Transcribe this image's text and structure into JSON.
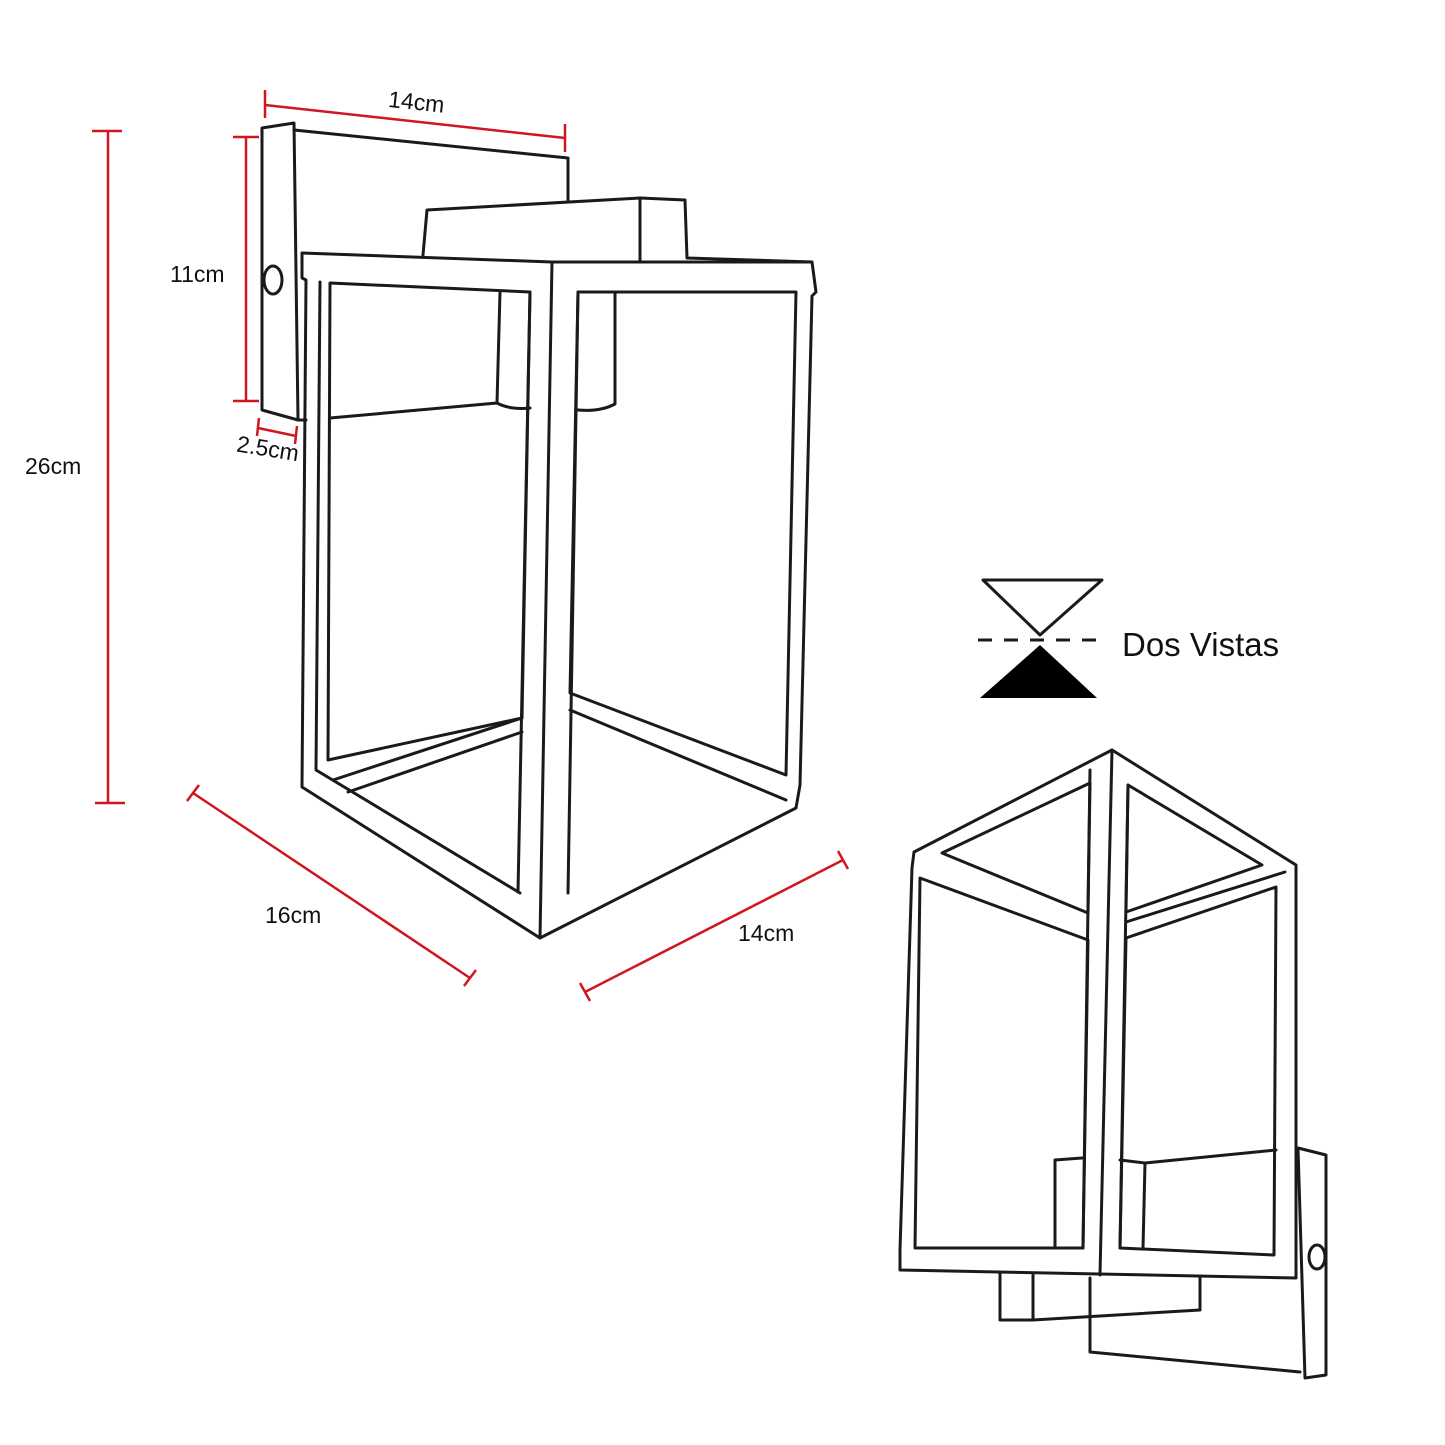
{
  "dimensions": {
    "arm_length": "14cm",
    "plate_height": "11cm",
    "total_height": "26cm",
    "plate_depth": "2.5cm",
    "depth": "16cm",
    "width": "14cm"
  },
  "legend": {
    "label": "Dos Vistas"
  },
  "colors": {
    "dimension_line": "#d0161e",
    "drawing_line": "#1a1a1a"
  }
}
